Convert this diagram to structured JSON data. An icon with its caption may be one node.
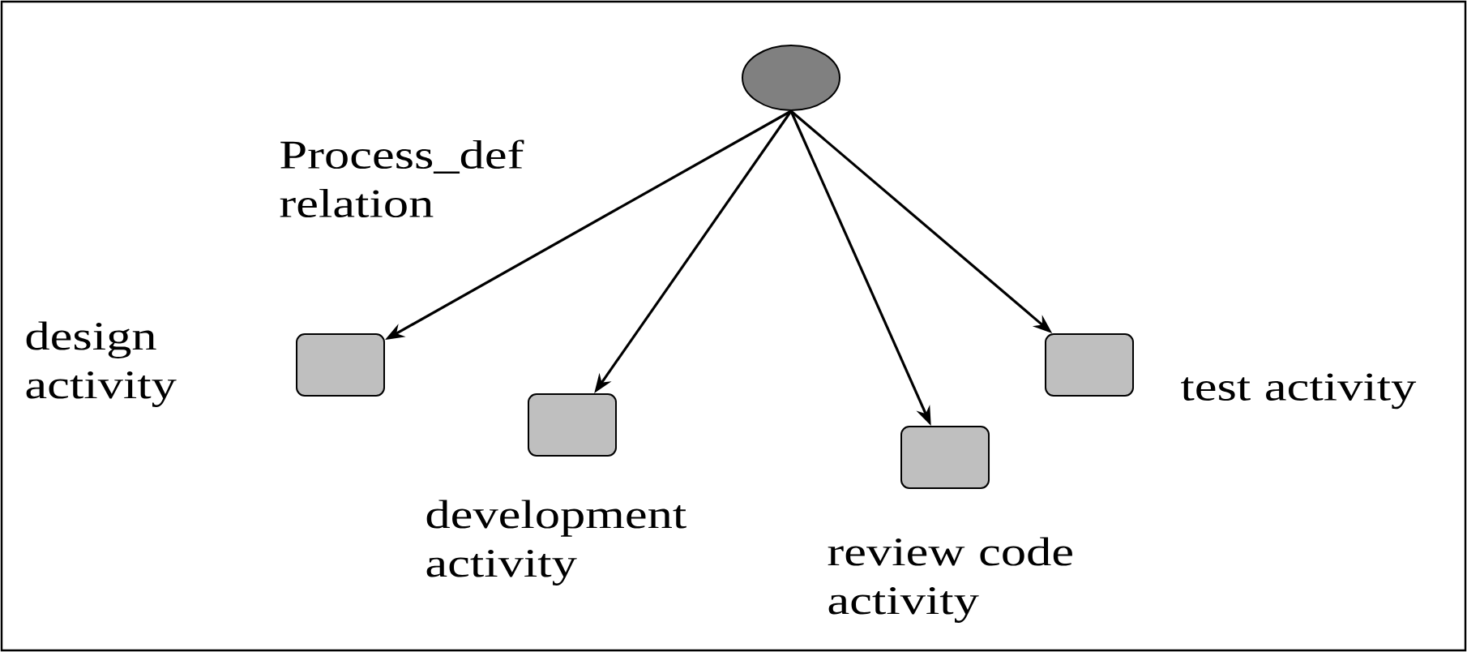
{
  "diagram": {
    "nodes": [
      {
        "text": [],
        "shape": "circle"
      },
      {
        "text": [],
        "shape": "box",
        "beside": [
          "design activity"
        ]
      },
      {
        "text": [],
        "shape": "box",
        "beside": [
          "development activity"
        ]
      },
      {
        "text": [],
        "shape": "box",
        "beside": [
          "review code activity"
        ]
      },
      {
        "text": [],
        "shape": "box",
        "beside": [
          "test activity"
        ]
      }
    ],
    "edges": [
      {
        "from": 0,
        "to": 1,
        "arrow": "to"
      },
      {
        "from": 0,
        "to": 2,
        "arrow": "to"
      },
      {
        "from": 0,
        "to": 3,
        "arrow": "to"
      },
      {
        "from": 0,
        "to": 4,
        "arrow": "to"
      }
    ],
    "labels": [
      "Process_def relation"
    ]
  }
}
